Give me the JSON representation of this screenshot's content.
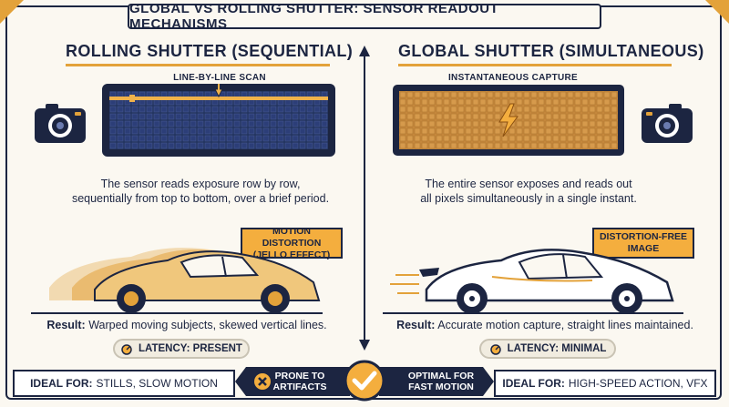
{
  "title": "GLOBAL VS ROLLING SHUTTER: SENSOR READOUT MECHANISMS",
  "rolling": {
    "heading": "ROLLING SHUTTER (SEQUENTIAL)",
    "scan_label": "LINE-BY-LINE SCAN",
    "description_1": "The sensor reads exposure row by row,",
    "description_2": "sequentially from top to bottom, over a brief period.",
    "tag_1": "MOTION DISTORTION",
    "tag_2": "(JELLO EFFECT)",
    "result_label": "Result:",
    "result_text": "Warped moving subjects, skewed vertical lines.",
    "latency": "LATENCY: PRESENT",
    "ideal_label": "IDEAL FOR:",
    "ideal_text": "STILLS, SLOW MOTION",
    "pill_1": "PRONE TO",
    "pill_2": "ARTIFACTS"
  },
  "global": {
    "heading": "GLOBAL SHUTTER (SIMULTANEOUS)",
    "capture_label": "INSTANTANEOUS CAPTURE",
    "description_1": "The entire sensor exposes and reads out",
    "description_2": "all pixels simultaneously in a single instant.",
    "tag_1": "DISTORTION-FREE",
    "tag_2": "IMAGE",
    "result_label": "Result:",
    "result_text": "Accurate motion capture, straight lines maintained.",
    "latency": "LATENCY: MINIMAL",
    "ideal_label": "IDEAL FOR:",
    "ideal_text": "HIGH-SPEED ACTION, VFX",
    "pill_1": "OPTIMAL FOR",
    "pill_2": "FAST MOTION"
  },
  "colors": {
    "navy": "#1c2541",
    "accent": "#e3a23a",
    "sensor_grid": "#2c3e78",
    "global_sensor": "#c6893d"
  }
}
